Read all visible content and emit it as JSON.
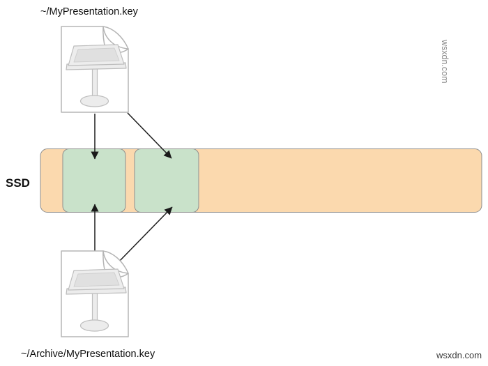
{
  "diagram": {
    "top_file_label": "~/MyPresentation.key",
    "bottom_file_label": "~/Archive/MyPresentation.key",
    "storage_label": "SSD",
    "watermark_bottom": "wsxdn.com",
    "watermark_side": "wsxdn.com",
    "colors": {
      "ssd_bar_fill": "#FBD9AE",
      "block_fill": "#C9E2CA",
      "arrow": "#1A1A1A"
    }
  }
}
